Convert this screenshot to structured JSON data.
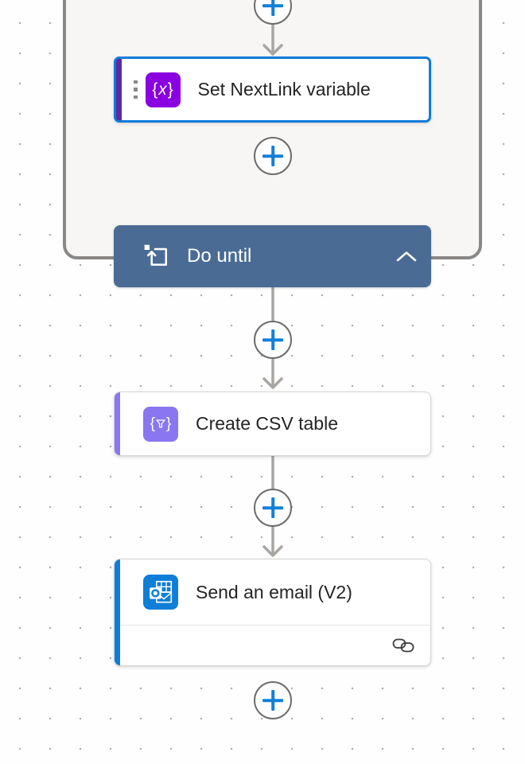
{
  "scope": {
    "label": "Do until",
    "color": "#4a6b94"
  },
  "actions": {
    "set_variable": "Set NextLink variable",
    "create_csv": "Create CSV table",
    "send_email": "Send an email (V2)"
  },
  "icons": {
    "set_variable_glyph_open": "{",
    "set_variable_glyph_x": "x",
    "set_variable_glyph_close": "}",
    "create_csv_glyph_open": "{",
    "create_csv_glyph_close": "}"
  },
  "colors": {
    "selection_blue": "#0f7bdb",
    "plus_blue": "#1180d8",
    "set_variable_icon": "#8a00e0",
    "set_variable_accent": "#5b2aa0",
    "create_csv_icon": "#8a76f1",
    "outlook_blue": "#0e7ed8",
    "do_until_bar": "#4a6b94",
    "scope_border": "#8a8886",
    "connector_gray": "#a8a6a3"
  }
}
